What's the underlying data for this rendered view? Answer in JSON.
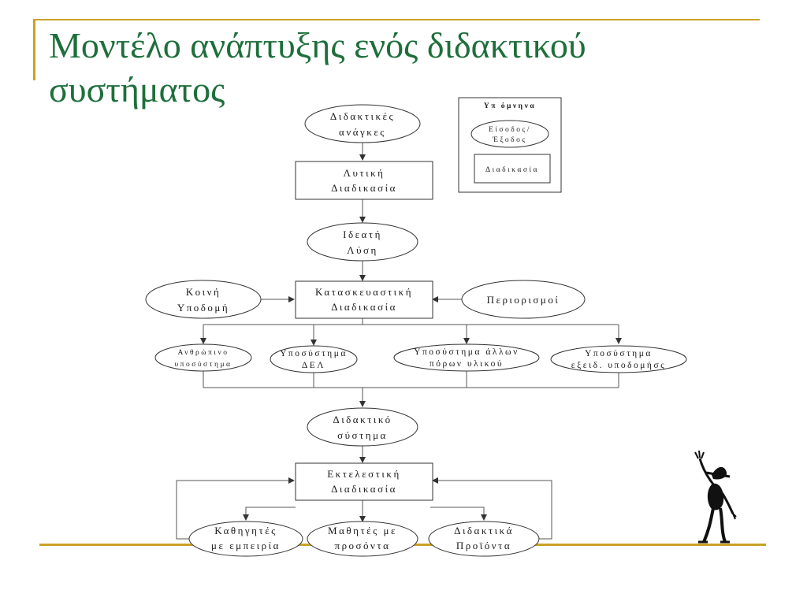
{
  "slide": {
    "title_line1": "Μοντέλο ανάπτυξης ενός διδακτικού",
    "title_line2": "συστήματος",
    "accent_color": "#c9a227",
    "title_color": "#1e6f3b"
  },
  "legend": {
    "title": "Υπ όμνηνα",
    "io_line1": "Είσοδος/",
    "io_line2": "Έξοδος",
    "process": "Διαδικασία"
  },
  "nodes": {
    "needs": [
      "Διδακτικές",
      "ανάγκες"
    ],
    "analytic": [
      "Λυτική",
      "Διαδικασία"
    ],
    "ideal": [
      "Ιδεατή",
      "Λύση"
    ],
    "construct": [
      "Κατασκευαστική",
      "Διαδικασία"
    ],
    "common": [
      "Κοινή",
      "Υποδομή"
    ],
    "constraints": [
      "Περιορισμοί"
    ],
    "human": [
      "Ανθρώπινο",
      "υποσύστημα"
    ],
    "del": [
      "Υποσύστημα",
      "ΔΕΛ"
    ],
    "other": [
      "Υποσύστημα άλλων",
      "πόρων υλικού"
    ],
    "equipment": [
      "Υποσύστημα",
      "εξειδ. υποδομήσς"
    ],
    "system": [
      "Διδακτικό",
      "σύστημα"
    ],
    "exec": [
      "Εκτελεστική",
      "Διαδικασία"
    ],
    "teachers": [
      "Καθηγητές",
      "με εμπειρία"
    ],
    "students": [
      "Μαθητές με",
      "προσόντα"
    ],
    "products": [
      "Διδακτικά",
      "Προϊόντα"
    ]
  },
  "icons": {
    "figure": "waving-stick-figure-icon"
  }
}
